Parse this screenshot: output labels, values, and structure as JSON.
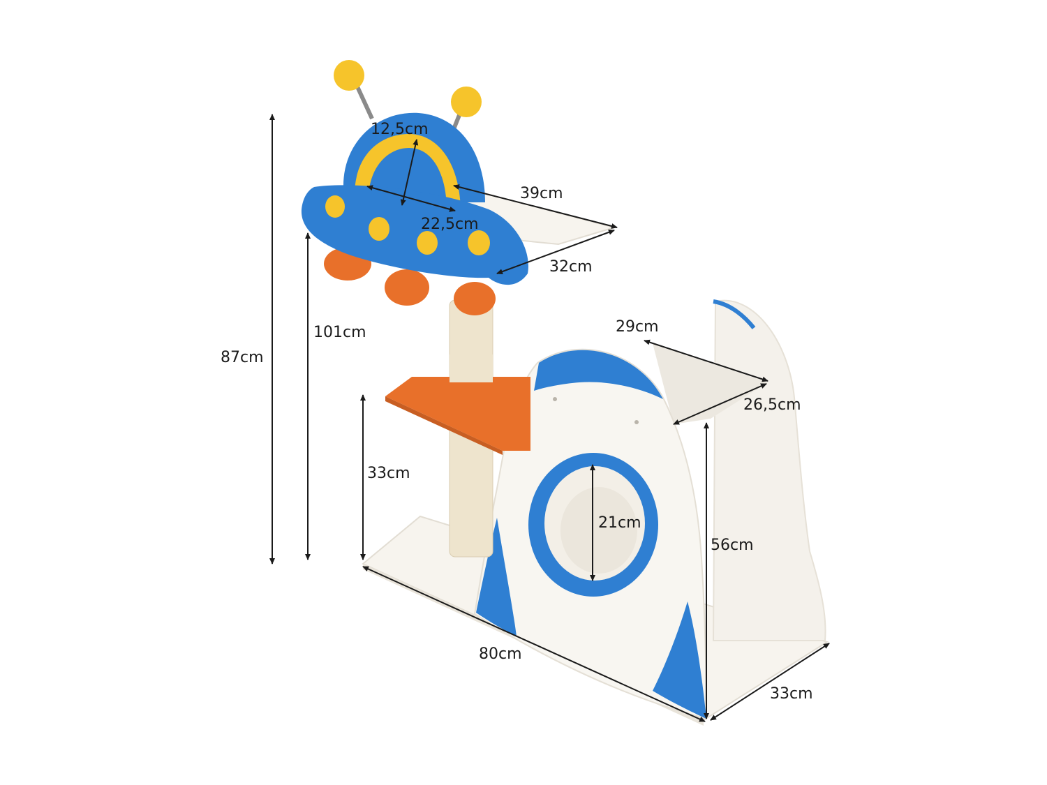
{
  "colors": {
    "blue": "#2f7fd2",
    "yellow": "#f6c42b",
    "orange": "#e8702a",
    "plush_white": "#f7f4ee",
    "sisal": "#eee4cd",
    "arrow": "#1a1a1a"
  },
  "icons": [
    "ufo-platform-icon",
    "rocket-condo-icon",
    "sisal-post-icon"
  ],
  "dimensions": {
    "total_height": "87cm",
    "alt_height": "101cm",
    "lower_platform_height": "33cm",
    "ufo_window_height": "12,5cm",
    "ufo_window_width": "22,5cm",
    "top_platform_length": "39cm",
    "top_platform_width": "32cm",
    "rocket_top_length": "29cm",
    "rocket_top_width": "26,5cm",
    "rocket_height": "56cm",
    "hole_diameter": "21cm",
    "base_length": "80cm",
    "base_width": "33cm"
  }
}
